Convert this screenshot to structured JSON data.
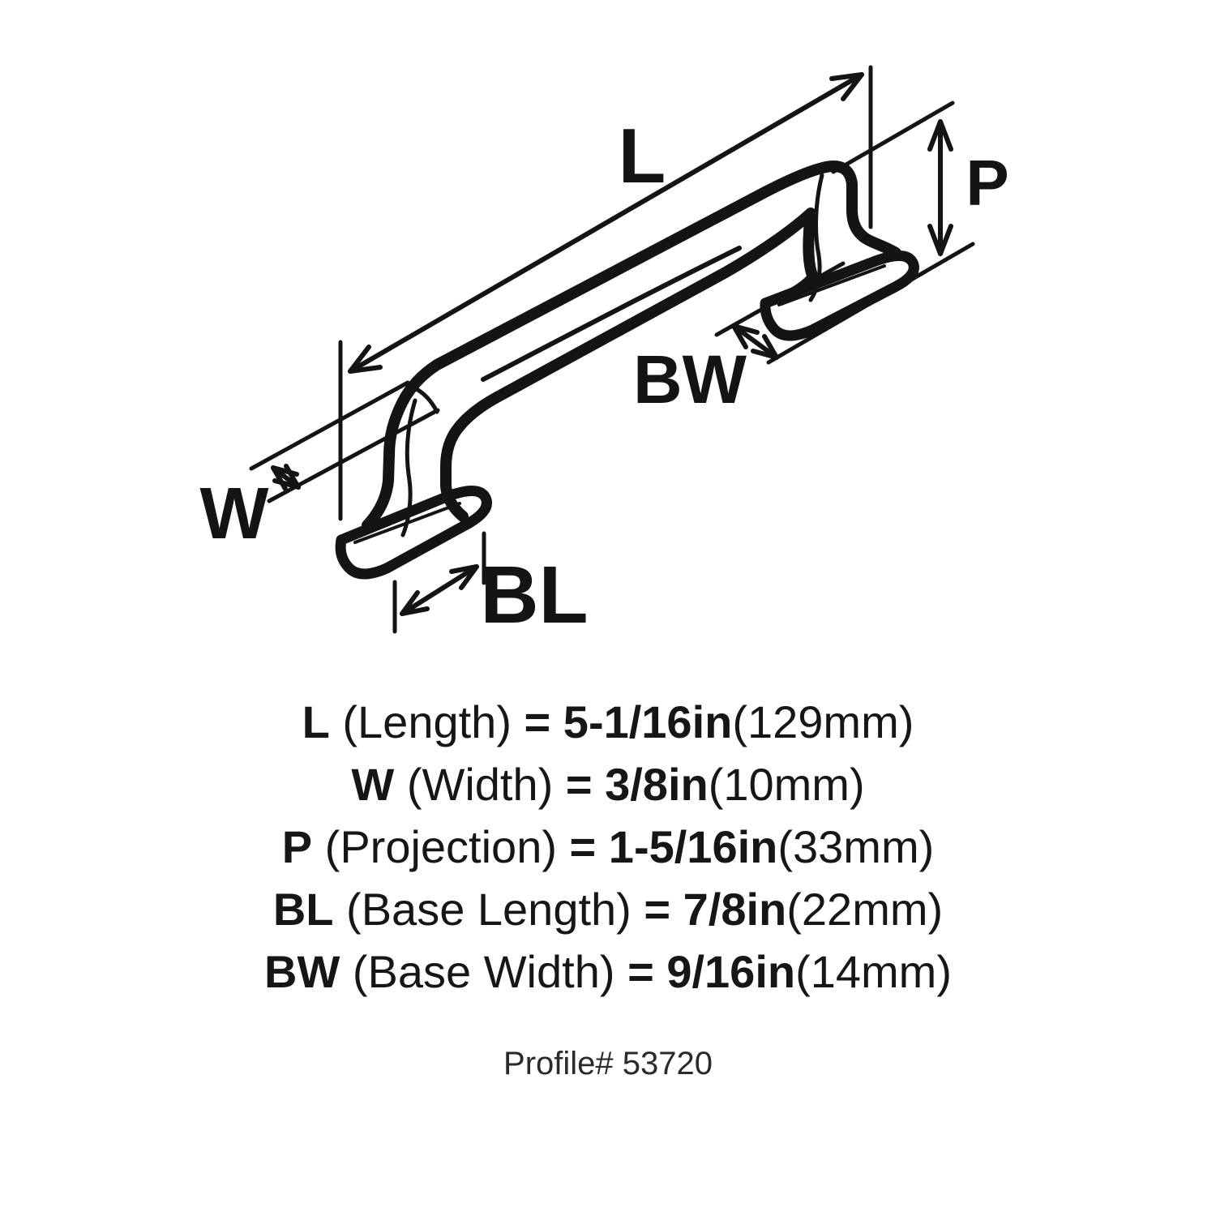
{
  "diagram": {
    "type": "technical-dimension-drawing",
    "subject": "cabinet pull handle isometric line drawing",
    "labels": {
      "length": "L",
      "projection": "P",
      "width": "W",
      "base_width": "BW",
      "base_length": "BL"
    }
  },
  "specs": [
    {
      "label": "L",
      "desc": " (Length) ",
      "value": "= 5-1/16in",
      "metric": "(129mm)"
    },
    {
      "label": "W",
      "desc": " (Width) ",
      "value": "= 3/8in",
      "metric": "(10mm)"
    },
    {
      "label": "P",
      "desc": " (Projection) ",
      "value": "= 1-5/16in",
      "metric": "(33mm)"
    },
    {
      "label": "BL",
      "desc": " (Base Length) ",
      "value": "= 7/8in",
      "metric": "(22mm)"
    },
    {
      "label": "BW",
      "desc": " (Base Width) ",
      "value": "= 9/16in",
      "metric": "(14mm)"
    }
  ],
  "profile": "Profile# 53720",
  "colors": {
    "ink": "#141414",
    "background": "#ffffff"
  }
}
